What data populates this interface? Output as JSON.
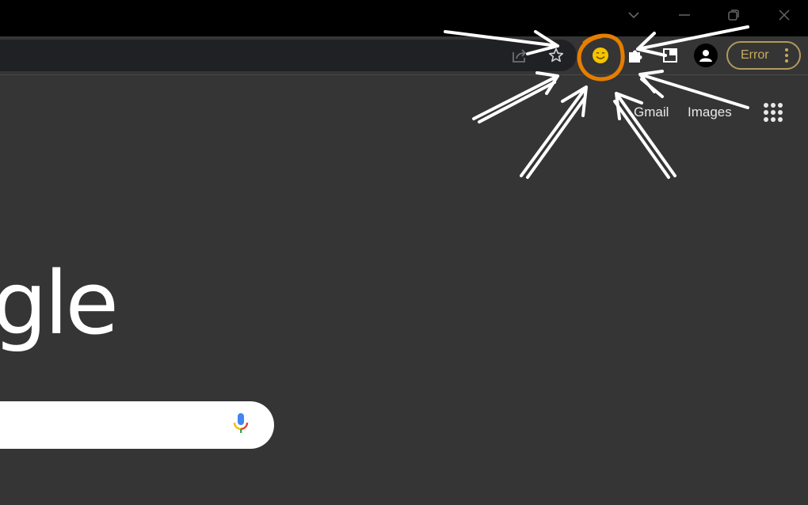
{
  "window_controls": {
    "tab_search": "chevron-down",
    "minimize": "minimize",
    "restore": "restore",
    "close": "close"
  },
  "toolbar": {
    "icons": [
      "share-icon",
      "star-icon",
      "smiley-extension-icon",
      "puzzle-extensions-icon",
      "side-panel-icon",
      "profile-icon"
    ],
    "error_button_label": "Error"
  },
  "google_header": {
    "links": [
      {
        "label": "Gmail"
      },
      {
        "label": "Images"
      }
    ]
  },
  "logo_fragment": "gle",
  "search": {
    "value": "",
    "placeholder": ""
  },
  "annotation": {
    "highlight_color": "#e67e00",
    "arrow_color": "#ffffff",
    "target": "smiley-extension-icon"
  },
  "colors": {
    "page_bg": "#353535",
    "titlebar_bg": "#000000",
    "omnibox_bg": "#202124",
    "error_accent": "#c9ab5e",
    "smiley": "#f5c400"
  }
}
